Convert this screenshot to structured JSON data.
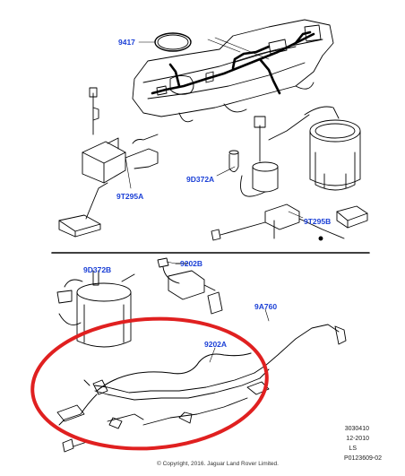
{
  "diagram": {
    "part_labels": {
      "p9417": "9417",
      "p9t295a": "9T295A",
      "p9d372a": "9D372A",
      "p9t295b": "9T295B",
      "p9d372b": "9D372B",
      "p9202b": "9202B",
      "p9a760": "9A760",
      "p9202a": "9202A"
    },
    "meta": {
      "line1": "3030410",
      "line2": "12-2010",
      "line3": "LS",
      "line4": "P0123609-02"
    },
    "copyright": "© Copyright, 2016. Jaguar Land Rover Limited.",
    "colors": {
      "label": "#1a3fd6",
      "highlight": "#e02020",
      "line": "#000000"
    }
  }
}
